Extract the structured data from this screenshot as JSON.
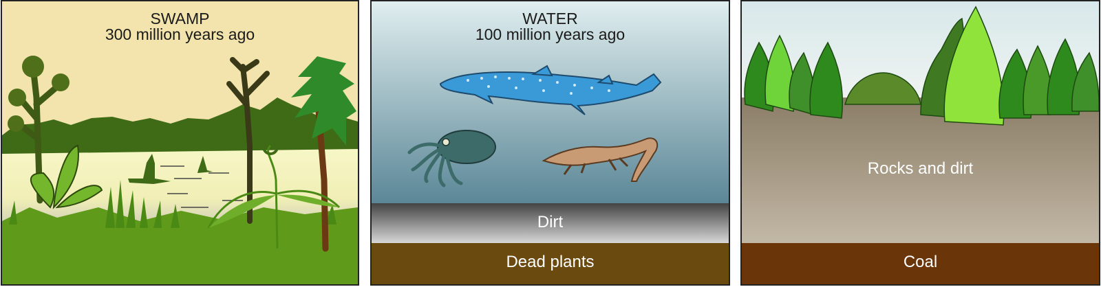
{
  "panels": [
    {
      "id": "swamp",
      "title": "SWAMP",
      "subtitle": "300 million years ago",
      "colors": {
        "sky": "#f2e4ac",
        "water": "#f5f3bd",
        "ground": "#5f9a1a",
        "trees": "#3f6a16"
      }
    },
    {
      "id": "water",
      "title": "WATER",
      "subtitle": "100 million years ago",
      "layers": [
        {
          "label": "Dirt",
          "color": "#8a8a8a"
        },
        {
          "label": "Dead plants",
          "color": "#6b4a10"
        }
      ],
      "colors": {
        "water_top": "#e0eeef",
        "water_bottom": "#5b8797",
        "shark": "#3a9ad8",
        "cuttlefish": "#3c6b6a",
        "lizard": "#c99b74"
      }
    },
    {
      "id": "present",
      "layers": [
        {
          "label": "Rocks and dirt",
          "color": "#a0917c"
        },
        {
          "label": "Coal",
          "color": "#6a3609"
        }
      ],
      "colors": {
        "sky": "#d8e8ea",
        "forest": "#2f8a1e",
        "bright_tree": "#8fe33a"
      }
    }
  ]
}
